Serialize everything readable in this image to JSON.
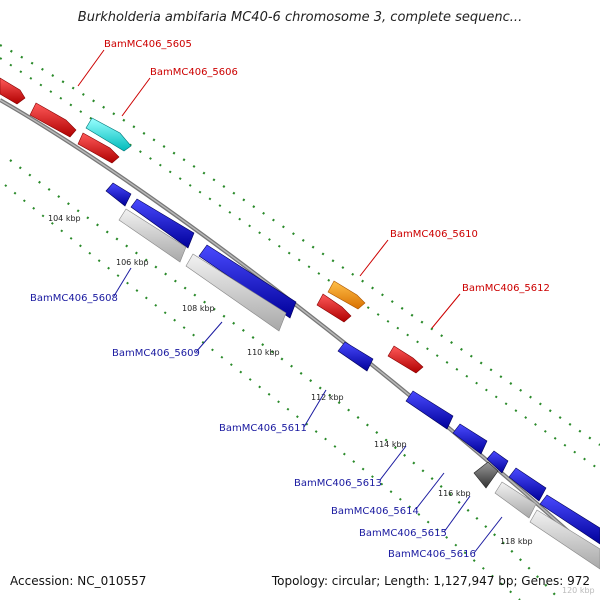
{
  "title": "Burkholderia ambifaria MC40-6 chromosome 3, complete sequenc...",
  "accession": "Accession: NC_010557",
  "topology": "Topology: circular; Length: 1,127,947 bp; Genes: 972",
  "ticks": [
    "104 kbp",
    "106 kbp",
    "108 kbp",
    "110 kbp",
    "112 kbp",
    "114 kbp",
    "116 kbp",
    "118 kbp",
    "120 kbp"
  ],
  "gene_labels": [
    {
      "name": "BamMC406_5605",
      "color": "#cc0000"
    },
    {
      "name": "BamMC406_5606",
      "color": "#cc0000"
    },
    {
      "name": "BamMC406_5610",
      "color": "#cc0000"
    },
    {
      "name": "BamMC406_5612",
      "color": "#cc0000"
    },
    {
      "name": "BamMC406_5608",
      "color": "#1a1aa0"
    },
    {
      "name": "BamMC406_5609",
      "color": "#1a1aa0"
    },
    {
      "name": "BamMC406_5611",
      "color": "#1a1aa0"
    },
    {
      "name": "BamMC406_5613",
      "color": "#1a1aa0"
    },
    {
      "name": "BamMC406_5614",
      "color": "#1a1aa0"
    },
    {
      "name": "BamMC406_5615",
      "color": "#1a1aa0"
    },
    {
      "name": "BamMC406_5616",
      "color": "#1a1aa0"
    }
  ],
  "colors": {
    "forward_gene": "#e00000",
    "reverse_gene": "#0000e0",
    "cyan_gene": "#00e0e0",
    "orange_gene": "#ff9900",
    "rna_gene": "#555555",
    "backbone": "#888888",
    "gc_track": "#c8c8c8",
    "dots": "#2a8a2a"
  }
}
